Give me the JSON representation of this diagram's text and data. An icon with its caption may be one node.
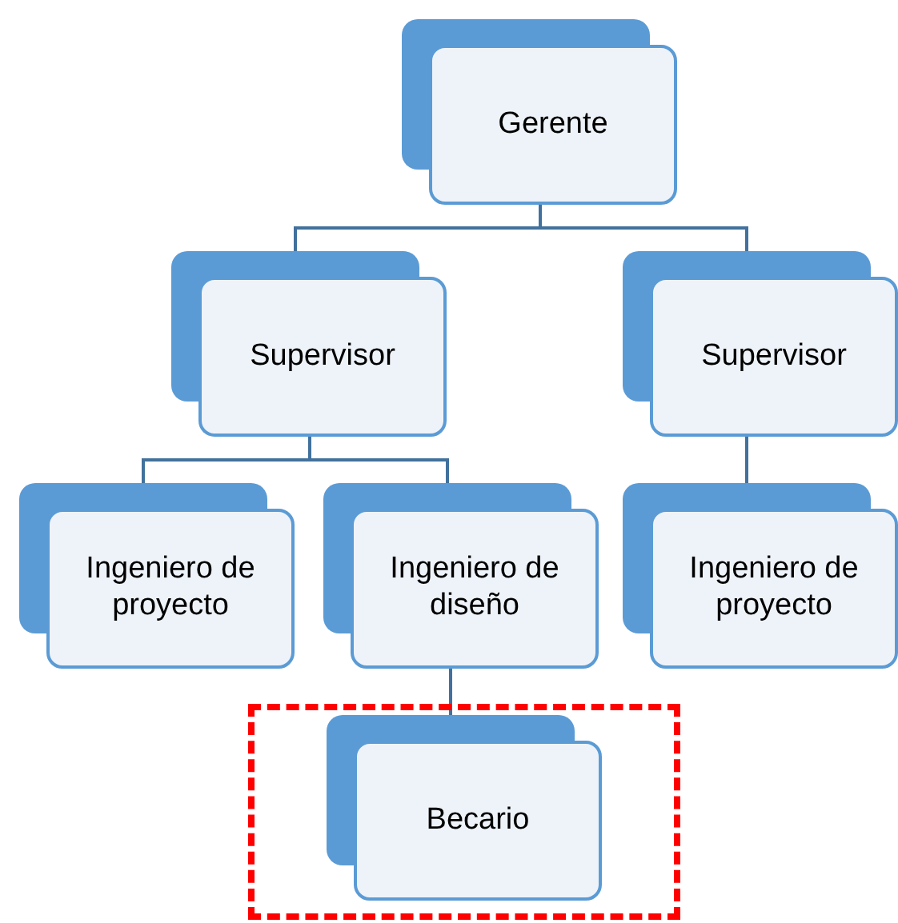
{
  "diagram": {
    "nodes": [
      {
        "text": [
          "Gerente"
        ]
      },
      {
        "text": [
          "Supervisor"
        ]
      },
      {
        "text": [
          "Supervisor"
        ]
      },
      {
        "text": [
          "Ingeniero de proyecto"
        ]
      },
      {
        "text": [
          "Ingeniero de diseño"
        ]
      },
      {
        "text": [
          "Ingeniero de proyecto"
        ]
      },
      {
        "text": [],
        "shape": "box"
      },
      {
        "text": [
          "Becario"
        ],
        "in": 6
      }
    ],
    "edges": [
      {
        "from": 0,
        "to": 1,
        "arrow": "none"
      },
      {
        "from": 0,
        "to": 2,
        "arrow": "none"
      },
      {
        "from": 1,
        "to": 3,
        "arrow": "none"
      },
      {
        "from": 1,
        "to": 4,
        "arrow": "none"
      },
      {
        "from": 2,
        "to": 5,
        "arrow": "none"
      },
      {
        "from": 4,
        "to": 7,
        "arrow": "none"
      }
    ]
  }
}
